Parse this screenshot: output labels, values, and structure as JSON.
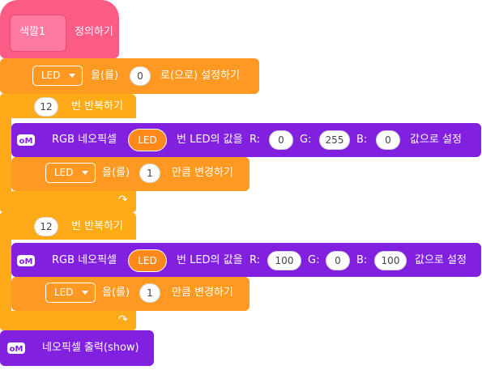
{
  "colors": {
    "hat": "#fb5c85",
    "orange": "#ff9922",
    "loop": "#ffab19",
    "purple": "#8220e0"
  },
  "hat": {
    "label": "색깔1",
    "title": "정의하기"
  },
  "set_var": {
    "dropdown": "LED",
    "particle": "을(를)",
    "value": "0",
    "suffix": "로(으로) 설정하기"
  },
  "loops": [
    {
      "count": "12",
      "label": "번 반복하기",
      "pixel": {
        "title": "RGB 네오픽셀",
        "led_var": "LED",
        "mid": "번 LED의 값을",
        "r_label": "R:",
        "r": "0",
        "g_label": "G:",
        "g": "255",
        "b_label": "B:",
        "b": "0",
        "suffix": "값으로 설정"
      },
      "change": {
        "dropdown": "LED",
        "particle": "을(를)",
        "value": "1",
        "suffix": "만큼 변경하기"
      }
    },
    {
      "count": "12",
      "label": "번 반복하기",
      "pixel": {
        "title": "RGB 네오픽셀",
        "led_var": "LED",
        "mid": "번 LED의 값을",
        "r_label": "R:",
        "r": "100",
        "g_label": "G:",
        "g": "0",
        "b_label": "B:",
        "b": "100",
        "suffix": "값으로 설정"
      },
      "change": {
        "dropdown": "LED",
        "particle": "을(를)",
        "value": "1",
        "suffix": "만큼 변경하기"
      }
    }
  ],
  "show": {
    "title": "네오픽셀 출력(show)"
  },
  "icons": {
    "extension": "neopixel-extension-icon",
    "dropdown": "caret-down-icon",
    "loop": "loop-arrow-icon"
  }
}
